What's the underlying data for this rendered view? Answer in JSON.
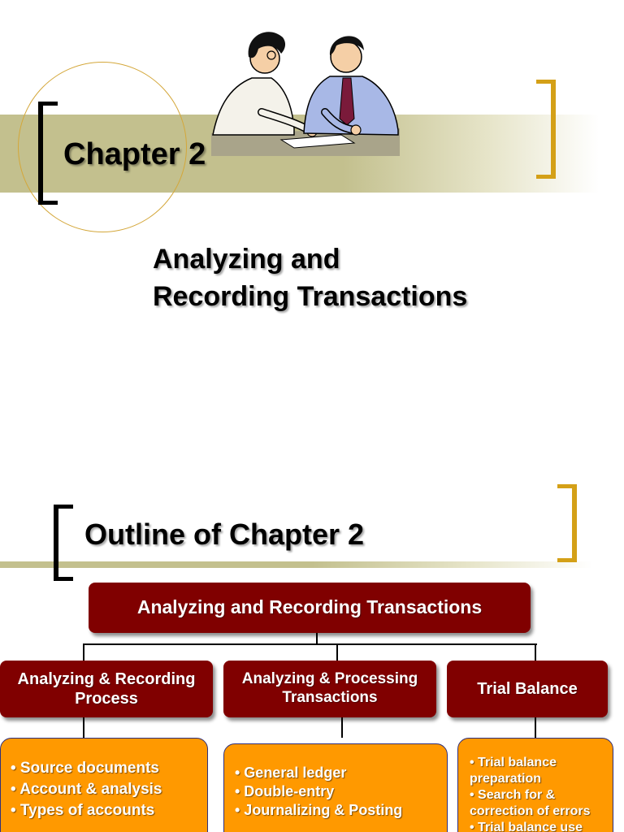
{
  "slide1": {
    "title": "Chapter 2",
    "subtitle_line1": "Analyzing and",
    "subtitle_line2": "Recording Transactions",
    "clipart_icon": "two-people-reviewing-document-icon",
    "colors": {
      "band": "#c3c08e",
      "gold": "#d4a017"
    }
  },
  "slide2": {
    "title": "Outline of Chapter 2",
    "top_box": "Analyzing and Recording Transactions",
    "branches": [
      {
        "label": "Analyzing & Recording Process",
        "items": [
          "•  Source documents",
          "• Account & analysis",
          "• Types of accounts"
        ]
      },
      {
        "label": "Analyzing & Processing Transactions",
        "items": [
          "• General ledger",
          "• Double-entry",
          "• Journalizing & Posting"
        ]
      },
      {
        "label": "Trial Balance",
        "items": [
          "• Trial balance preparation",
          "• Search for & correction of errors",
          "• Trial balance use"
        ]
      }
    ],
    "colors": {
      "box": "#800000",
      "orange": "#ff9900"
    }
  }
}
